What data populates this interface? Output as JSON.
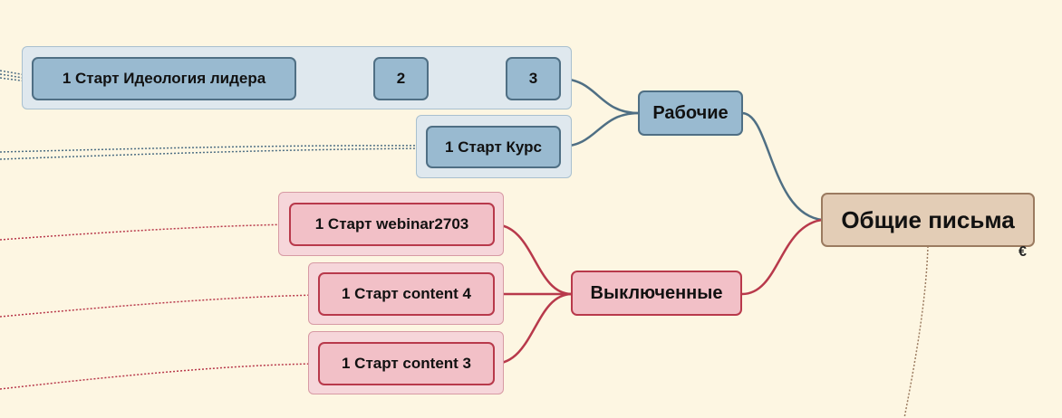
{
  "colors": {
    "background": "#fdf6e2",
    "blue_branch": "#4f6f84",
    "red_branch": "#b8394b",
    "root_border": "#9b7b60",
    "root_fill": "#e3cdb6",
    "blue_fill": "#99bad0",
    "red_fill": "#f2c0c7"
  },
  "root": {
    "label": "Общие письма",
    "collapse_icon": "€"
  },
  "branches": {
    "working": {
      "label": "Рабочие",
      "items": [
        {
          "label": "1 Старт Идеология лидера"
        },
        {
          "label": "2"
        },
        {
          "label": "3"
        },
        {
          "label": "1 Старт Курс"
        }
      ]
    },
    "disabled": {
      "label": "Выключенные",
      "items": [
        {
          "label": "1 Старт webinar2703"
        },
        {
          "label": "1 Старт content 4"
        },
        {
          "label": "1 Старт content 3"
        }
      ]
    }
  }
}
